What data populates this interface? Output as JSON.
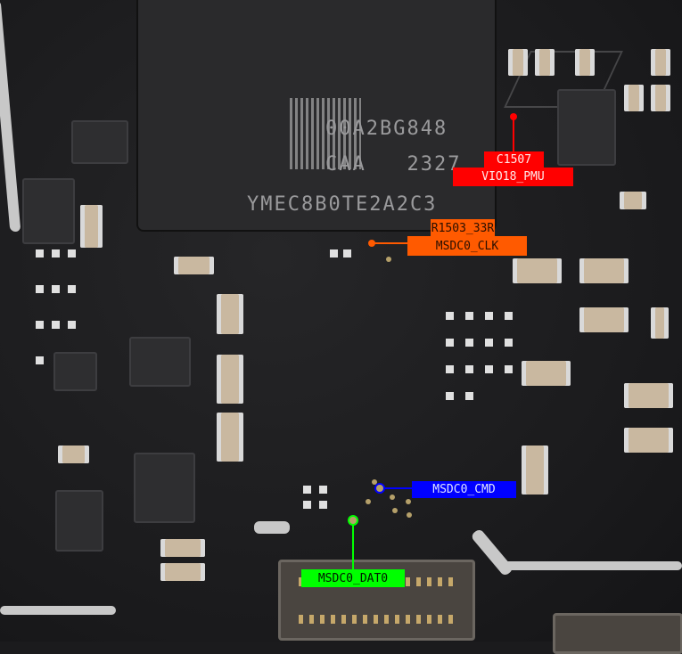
{
  "chip": {
    "line1": "00A2BG848",
    "line2": "CAA   2327",
    "line3": "YMEC8B0TE2A2C3"
  },
  "annotations": [
    {
      "ref": "C1507",
      "net": "VIO18_PMU",
      "color": "#ff0000"
    },
    {
      "ref": "R1503_33R",
      "net": "MSDC0_CLK",
      "color": "#ff5a00"
    },
    {
      "ref": "",
      "net": "MSDC0_CMD",
      "color": "#0000ff"
    },
    {
      "ref": "",
      "net": "MSDC0_DAT0",
      "color": "#00ff00"
    }
  ]
}
